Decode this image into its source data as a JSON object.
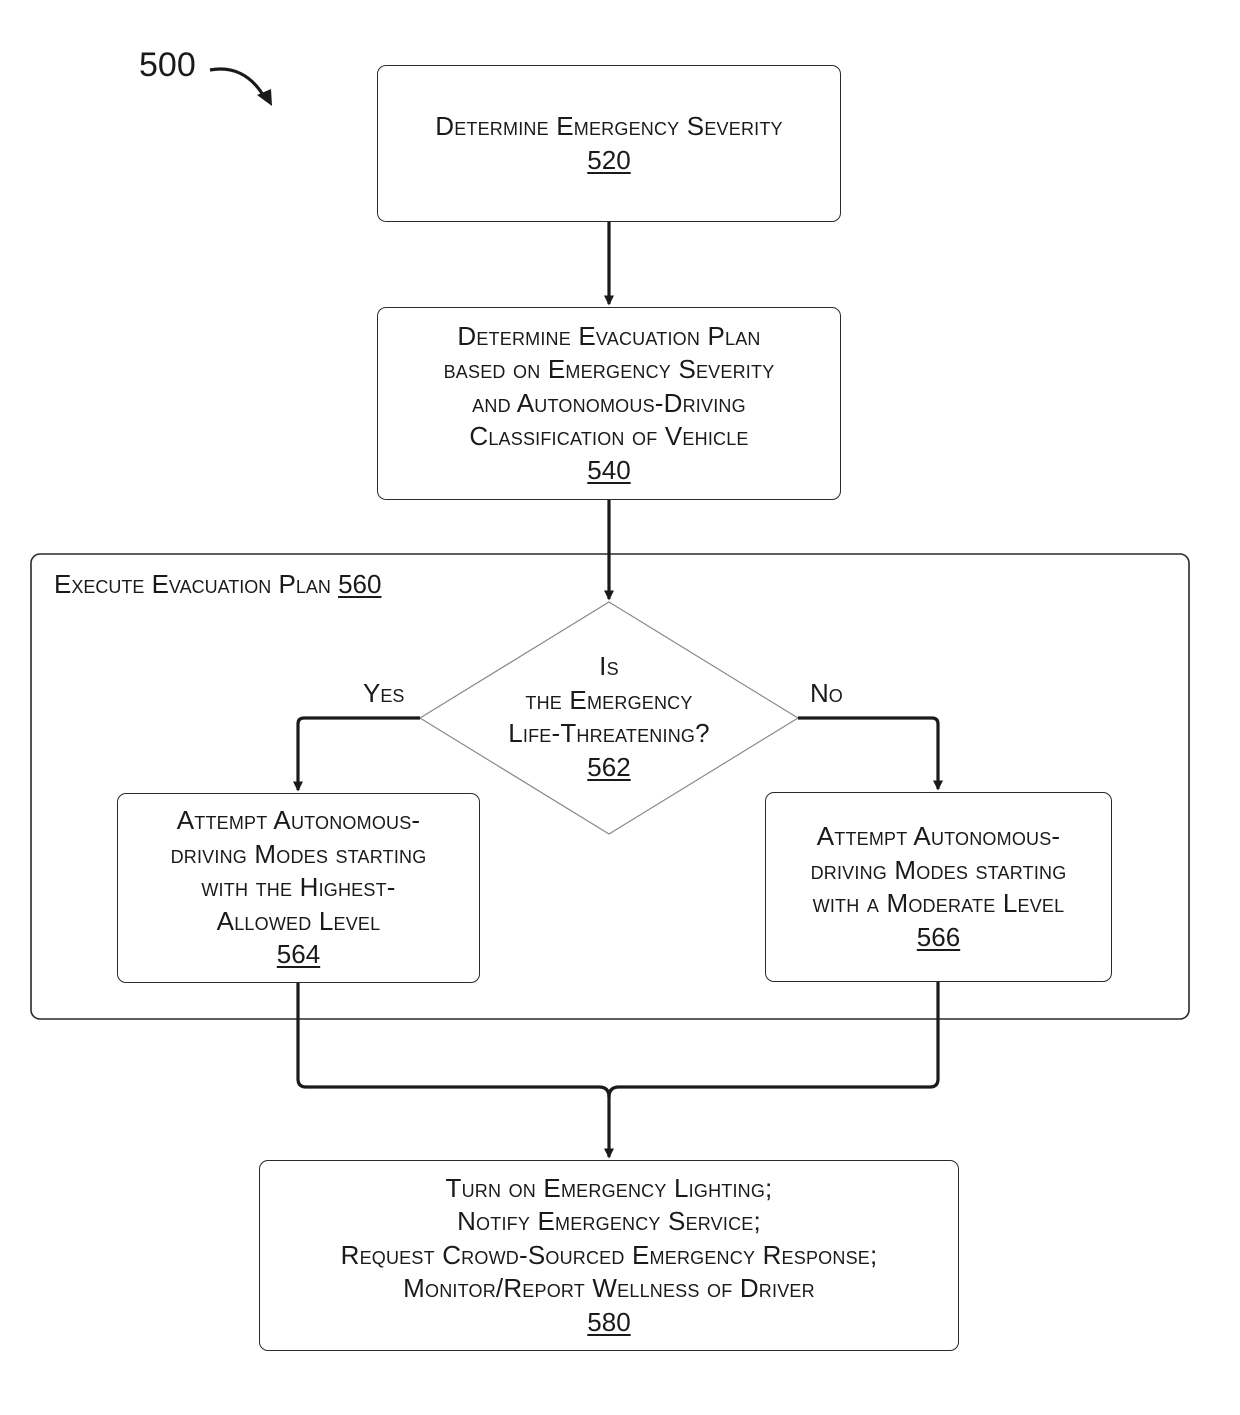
{
  "figure_label": "500",
  "steps": {
    "s520": {
      "lines": [
        "Determine Emergency Severity"
      ],
      "ref": "520"
    },
    "s540": {
      "lines": [
        "Determine Evacuation Plan",
        "based on Emergency Severity",
        "and Autonomous-Driving",
        "Classification of Vehicle"
      ],
      "ref": "540"
    },
    "s560": {
      "title": "Execute Evacuation Plan",
      "ref": "560"
    },
    "s562": {
      "lines": [
        "Is",
        "the Emergency",
        "Life-Threatening?"
      ],
      "ref": "562",
      "yes_label": "Yes",
      "no_label": "No"
    },
    "s564": {
      "lines": [
        "Attempt Autonomous-",
        "driving Modes starting",
        "with the Highest-",
        "Allowed Level"
      ],
      "ref": "564"
    },
    "s566": {
      "lines": [
        "Attempt Autonomous-",
        "driving Modes starting",
        "with a Moderate Level"
      ],
      "ref": "566"
    },
    "s580": {
      "lines": [
        "Turn on Emergency Lighting;",
        "Notify Emergency Service;",
        "Request Crowd-Sourced Emergency Response;",
        "Monitor/Report Wellness of Driver"
      ],
      "ref": "580"
    }
  },
  "colors": {
    "stroke": "#2a2a2a",
    "diamond_stroke": "#8a8a8a",
    "background": "#ffffff"
  }
}
